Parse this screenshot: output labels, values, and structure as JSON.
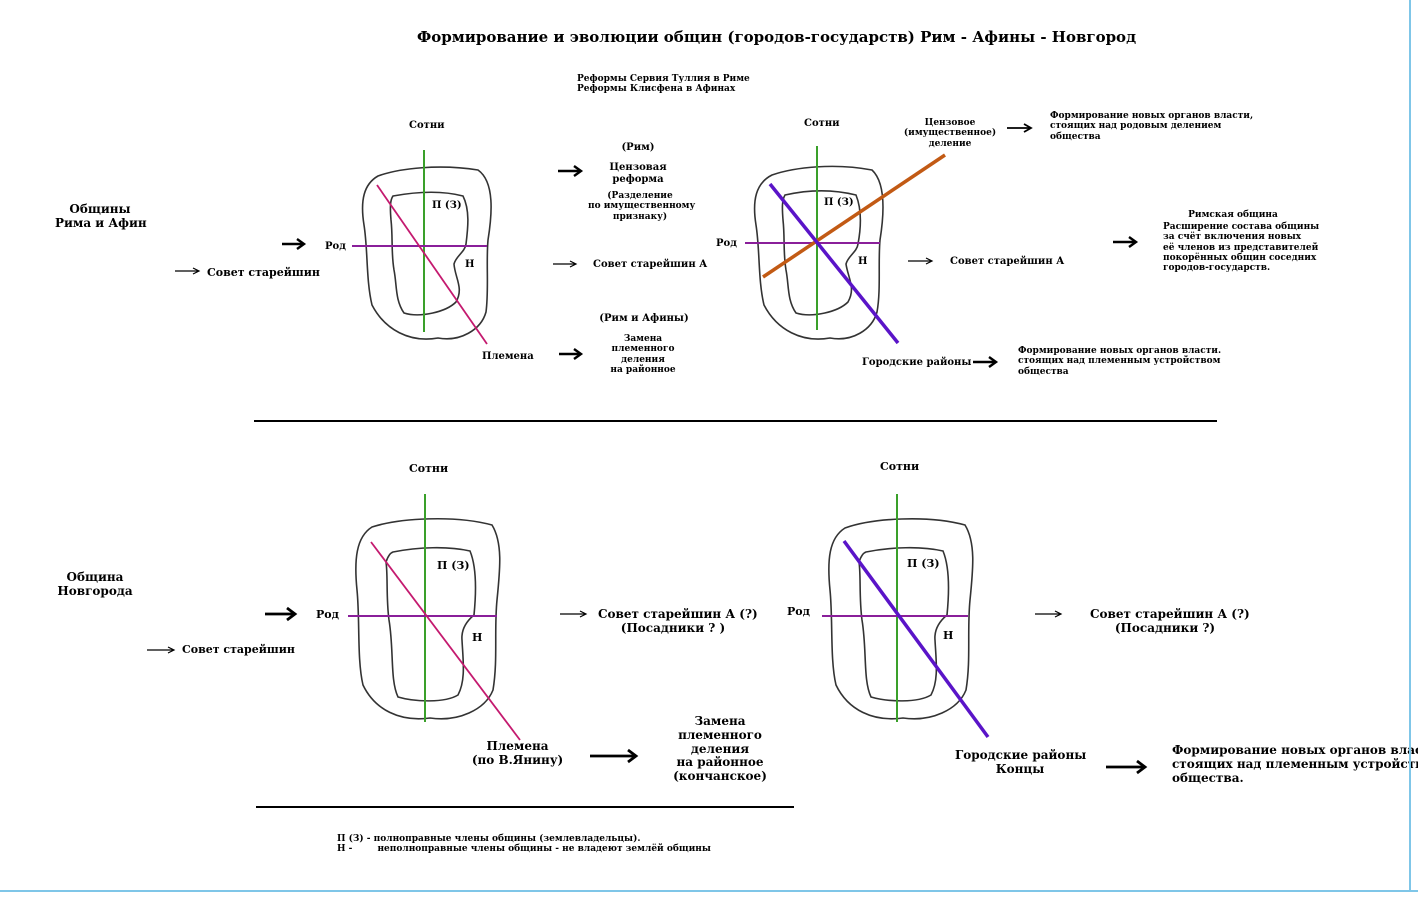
{
  "title": "Формирование и эволюции общин (городов-государств)  Рим - Афины -  Новгород",
  "colors": {
    "sotni_line": "#3aa02a",
    "rod_line": "#8a1f9a",
    "plemena_line": "#c41a6f",
    "census_line": "#c25a14",
    "districts_line": "#5a14c8",
    "border": "#7fc6e8"
  },
  "top": {
    "reforms": [
      "Реформы Сервия Туллия в Риме",
      "Реформы Клисфена в Афинах"
    ],
    "community_label": [
      "Общины",
      "Рима и Афин"
    ],
    "council": "Совет старейшин",
    "left_diagram": {
      "sotni": "Сотни",
      "rod": "Род",
      "plemena": "Племена",
      "p_label": "П (З)",
      "n_label": "Н"
    },
    "mid": {
      "rome": "(Рим)",
      "census_reform": [
        "Цензовая",
        "реформа"
      ],
      "division_note": [
        "(Разделение",
        "по имущественному",
        "признаку)"
      ],
      "council_a": "Совет старейшин  А",
      "rome_athens": "(Рим и Афины)",
      "replacement": [
        "Замена",
        "племенного",
        "деления",
        "на районное"
      ]
    },
    "right_diagram": {
      "sotni": "Сотни",
      "rod": "Род",
      "census": [
        "Цензовое",
        "(имущественное)",
        "деление"
      ],
      "districts": "Городские районы",
      "p_label": "П (З)",
      "n_label": "Н",
      "council_a": "Совет старейшин  А"
    },
    "right": {
      "new_organs_rod": [
        "Формирование новых органов власти,",
        "стоящих над родовым делением",
        "общества"
      ],
      "roman_community": [
        "Римская община",
        "Расширение состава общины",
        "за счёт включения новых",
        "её членов из представителей",
        "покорённых общин соседних",
        "городов-государств."
      ],
      "new_organs_tribal": [
        "Формирование новых органов власти.",
        "стоящих над племенным устройством",
        "общества"
      ]
    }
  },
  "bottom": {
    "community_label": [
      "Община",
      "Новгорода"
    ],
    "council": "Совет старейшин",
    "left_diagram": {
      "sotni": "Сотни",
      "rod": "Род",
      "p_label": "П (З)",
      "n_label": "Н",
      "plemena": [
        "Племена",
        "(по В.Янину)"
      ]
    },
    "council_a": [
      "Совет старейшин А (?)",
      "(Посадники ? )"
    ],
    "replacement": [
      "Замена",
      "племенного",
      "деления",
      "на районное",
      "(кончанское)"
    ],
    "right_diagram": {
      "sotni": "Сотни",
      "rod": "Род",
      "p_label": "П (З)",
      "n_label": "Н",
      "districts": [
        "Городские районы",
        "Концы"
      ]
    },
    "council_a_right": [
      "Совет старейшин А (?)",
      "(Посадники ?)"
    ],
    "new_organs": [
      "Формирование новых органов власти,",
      "стоящих над племенным устройством",
      "общества."
    ]
  },
  "legend": [
    "П (З) - полноправные члены общины (землевладельцы).",
    "Н -        неполноправные члены общины - не владеют землёй общины"
  ]
}
